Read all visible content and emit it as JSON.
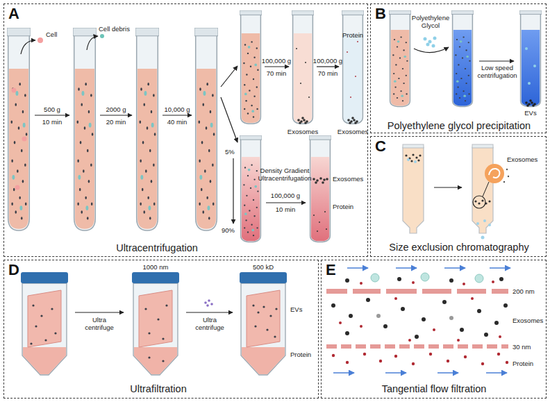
{
  "diagram": {
    "nodes": [
      {
        "text": [
          "A",
          "Ultracentrifugation"
        ]
      },
      {
        "text": [
          "B",
          "Polyethylene glycol precipitation"
        ]
      },
      {
        "text": [
          "C",
          "Size exclusion chromatography"
        ]
      },
      {
        "text": [
          "D",
          "Ultrafiltration"
        ]
      },
      {
        "text": [
          "E",
          "Tangential flow filtration"
        ]
      }
    ],
    "labels": [
      "Cell",
      "Cell debris",
      "500 g",
      "10 min",
      "2000 g",
      "20 min",
      "10,000 g",
      "40 min",
      "100,000 g",
      "70 min",
      "Exosomes",
      "100,000 g",
      "70 min",
      "Protein",
      "Exosomes",
      "5%",
      "90%",
      "Density Gradient Ultracentrifugation",
      "100,000 g",
      "10 min",
      "Exosomes",
      "Protein",
      "Polyethylene Glycol",
      "Low speed centrifugation",
      "EVs",
      "Exosomes",
      "1000 nm",
      "500 kD",
      "Ultra centrifuge",
      "EVs",
      "Ultra centrifuge",
      "Protein",
      "200 nm",
      "Exosomes",
      "30 nm",
      "Protein"
    ]
  }
}
